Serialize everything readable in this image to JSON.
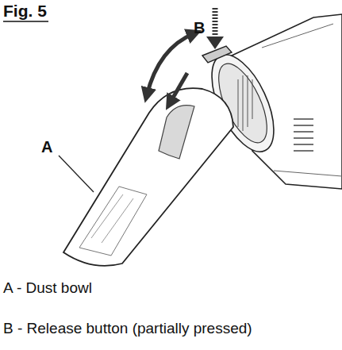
{
  "diagram": {
    "title": "Fig. 5",
    "labels": [
      "A",
      "B",
      "A - Dust bowl",
      "B - Release button (partially pressed)"
    ]
  }
}
